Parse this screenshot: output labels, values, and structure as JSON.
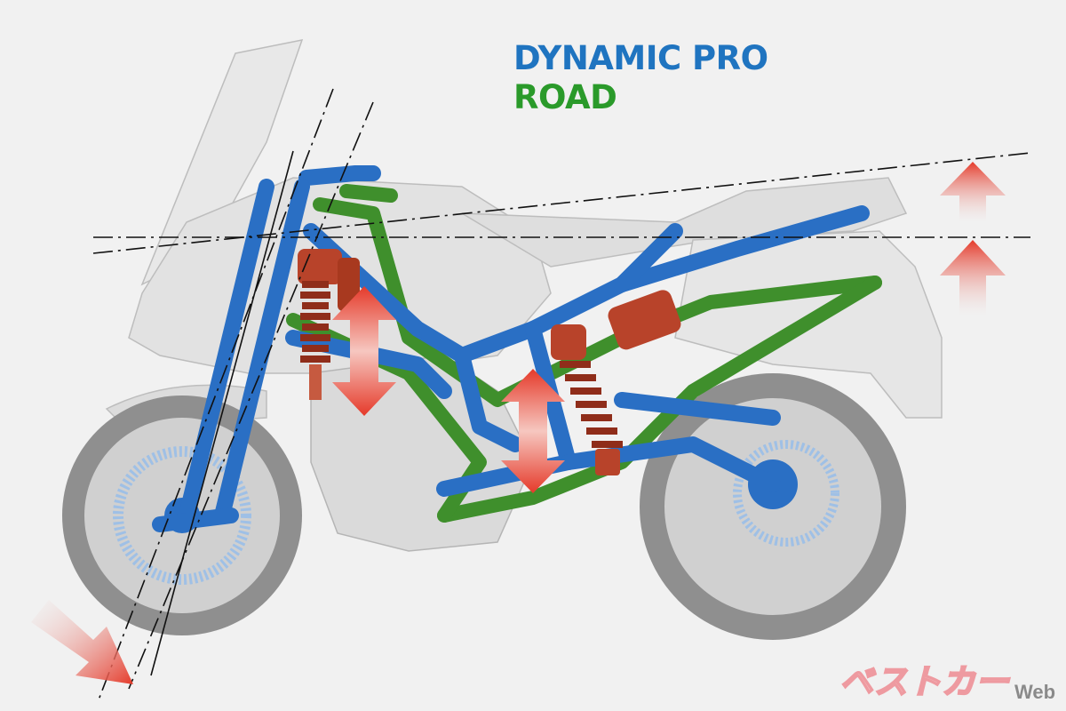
{
  "legend": {
    "items": [
      {
        "label": "DYNAMIC PRO",
        "color": "#1f74c0"
      },
      {
        "label": "ROAD",
        "color": "#2a9a2a"
      }
    ]
  },
  "watermark": {
    "logo_text": "ベストカー",
    "suffix": "Web",
    "logo_color": "#ee9aa0"
  },
  "colors": {
    "frame_dynamic": "#2a6fc4",
    "frame_road": "#3f8f2c",
    "shock": "#b8432a",
    "arrow": "#e53a2a"
  }
}
